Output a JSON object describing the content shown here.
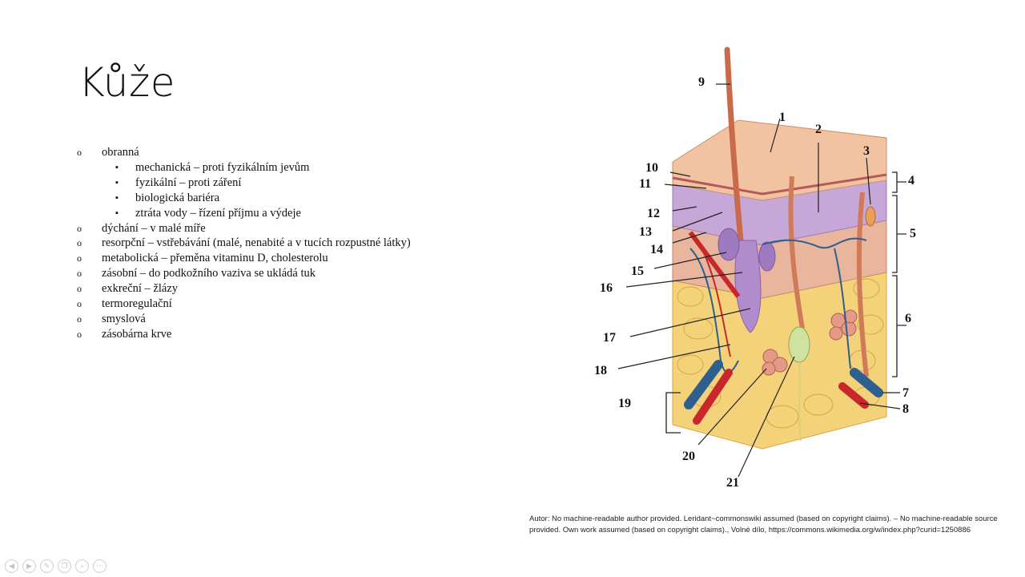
{
  "slide": {
    "title": "Kůže",
    "bullets": [
      {
        "level": 1,
        "marker": "o",
        "text": "obranná"
      },
      {
        "level": 2,
        "marker": "▪",
        "text": "mechanická – proti fyzikálním jevům"
      },
      {
        "level": 2,
        "marker": "▪",
        "text": "fyzikální – proti záření"
      },
      {
        "level": 2,
        "marker": "▪",
        "text": "biologická bariéra"
      },
      {
        "level": 2,
        "marker": "▪",
        "text": "ztráta vody – řízení příjmu a výdeje"
      },
      {
        "level": 1,
        "marker": "o",
        "text": "dýchání – v malé míře"
      },
      {
        "level": 1,
        "marker": "o",
        "text": "resorpční – vstřebávání (malé, nenabité a v tucích rozpustné látky)"
      },
      {
        "level": 1,
        "marker": "o",
        "text": "metabolická – přeměna vitaminu D, cholesterolu"
      },
      {
        "level": 1,
        "marker": "o",
        "text": "zásobní – do podkožního vaziva se ukládá tuk"
      },
      {
        "level": 1,
        "marker": "o",
        "text": "exkreční – žlázy"
      },
      {
        "level": 1,
        "marker": "o",
        "text": "termoregulační"
      },
      {
        "level": 1,
        "marker": "o",
        "text": "smyslová"
      },
      {
        "level": 1,
        "marker": "o",
        "text": "zásobárna krve"
      }
    ]
  },
  "figure": {
    "labels": [
      "1",
      "2",
      "3",
      "4",
      "5",
      "6",
      "7",
      "8",
      "9",
      "10",
      "11",
      "12",
      "13",
      "14",
      "15",
      "16",
      "17",
      "18",
      "19",
      "20",
      "21"
    ]
  },
  "credit": {
    "line1": "Autor: No machine-readable author provided. Leridant~commonswiki assumed (based on copyright claims). – No machine-readable source",
    "line2": "provided. Own work assumed (based on copyright claims)., Volné dílo, https://commons.wikimedia.org/w/index.php?curid=1250886"
  },
  "nav": {
    "icons": [
      "arrow-left-icon",
      "arrow-right-icon",
      "pen-icon",
      "slides-icon",
      "zoom-icon",
      "more-icon"
    ],
    "glyphs": [
      "◀",
      "▶",
      "✎",
      "❐",
      "⌕",
      "⋯"
    ]
  },
  "colors": {
    "epidermis": "#f2c3a0",
    "dermis": "#c7a6d8",
    "fat": "#f3d27a",
    "artery": "#c8282b",
    "vein": "#2d5f8f",
    "hair": "#c96a4a"
  }
}
